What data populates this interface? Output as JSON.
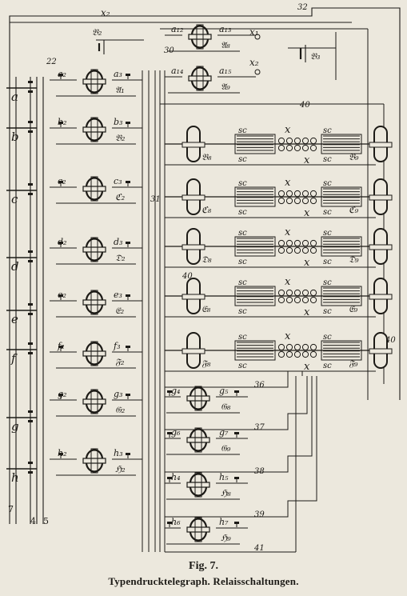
{
  "figure": {
    "number_label": "Fig. 7.",
    "caption": "Typendrucktelegraph.  Relaisschaltungen."
  },
  "colors": {
    "ink": "#1c1a16",
    "paper": "#ece8dd"
  },
  "labels": {
    "top_wire": "x₂",
    "battery_2": "𝔅₂",
    "battery_3": "𝔅₃",
    "terminal_x1": "x₁",
    "terminal_x2": "x₂",
    "n22": "22",
    "n30": "30",
    "n32": "32",
    "n40a": "40",
    "n31": "31",
    "n40b": "40",
    "n40c": "40",
    "n36": "36",
    "n37": "37",
    "n38": "38",
    "n39": "39",
    "n41": "41",
    "n7": "7",
    "n4": "4",
    "n5": "5",
    "x_mark": "x",
    "sc_mark": "sc"
  },
  "keys": [
    "a",
    "b",
    "c",
    "d",
    "e",
    "f",
    "g",
    "h"
  ],
  "left_relays": [
    {
      "key": "a",
      "l1": "a₂",
      "l2": "a₃",
      "l3": "𝔄₁"
    },
    {
      "key": "b",
      "l1": "b₂",
      "l2": "b₃",
      "l3": "𝔅₂"
    },
    {
      "key": "c",
      "l1": "c₂",
      "l2": "c₃",
      "l3": "ℭ₂"
    },
    {
      "key": "d",
      "l1": "d₂",
      "l2": "d₃",
      "l3": "𝔇₂"
    },
    {
      "key": "e",
      "l1": "e₂",
      "l2": "e₃",
      "l3": "𝔈₂"
    },
    {
      "key": "f",
      "l1": "f₂",
      "l2": "f₃",
      "l3": "𝔉₂"
    },
    {
      "key": "g",
      "l1": "g₂",
      "l2": "g₃",
      "l3": "𝔊₂"
    },
    {
      "key": "h",
      "l1": "h₂",
      "l2": "h₃",
      "l3": "ℌ₂"
    }
  ],
  "top_relays": [
    {
      "l1": "a₁₂",
      "l2": "a₁₃",
      "l3": "𝔄₈"
    },
    {
      "l1": "a₁₄",
      "l2": "a₁₅",
      "l3": "𝔄₉"
    }
  ],
  "bank_relays": [
    {
      "left": "𝔅₈",
      "right": "𝔅₉"
    },
    {
      "left": "ℭ₈",
      "right": "ℭ₉"
    },
    {
      "left": "𝔇₈",
      "right": "𝔇₉"
    },
    {
      "left": "𝔈₈",
      "right": "𝔈₉"
    },
    {
      "left": "𝔉₈",
      "right": "𝔉₉"
    }
  ],
  "lower_relays": [
    {
      "l1": "g₄",
      "l2": "g₅",
      "l3": "𝔊₈"
    },
    {
      "l1": "g₆",
      "l2": "g₇",
      "l3": "𝔊₉"
    },
    {
      "l1": "h₄",
      "l2": "h₅",
      "l3": "ℌ₈"
    },
    {
      "l1": "h₆",
      "l2": "h₇",
      "l3": "ℌ₉"
    }
  ]
}
